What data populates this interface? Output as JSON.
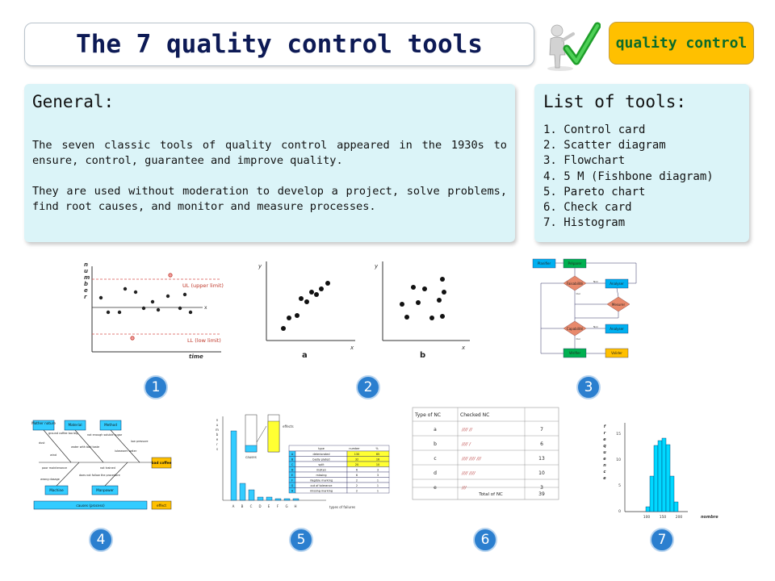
{
  "title": "The 7 quality control tools",
  "tag": "quality control",
  "general": {
    "heading": "General:",
    "p1": "The seven classic tools of quality control appeared in the 1930s to ensure, control, guarantee and improve quality.",
    "p2": "They are used without moderation to develop a project, solve problems, find root causes, and monitor and measure processes."
  },
  "tools": {
    "heading": "List of tools:",
    "items": [
      "1.  Control card",
      "2.  Scatter diagram",
      "3.  Flowchart",
      "4.  5 M (Fishbone diagram)",
      "5.  Pareto chart",
      "6.  Check card",
      "7.  Histogram"
    ]
  },
  "badges": [
    "1",
    "2",
    "3",
    "4",
    "5",
    "6",
    "7"
  ],
  "control_chart": {
    "ylabel": "number",
    "upper": "UL (upper limit)",
    "lower": "LL (low limit)",
    "xlabel": "time",
    "axis_x": "x"
  },
  "scatter": {
    "a": "a",
    "b": "b",
    "x": "x",
    "y": "y"
  },
  "flowchart": {
    "planifier": "Planifier",
    "preparer": "Préparer",
    "faisabilite": "Faisabilité",
    "analyser1": "Analyser",
    "mesurer": "Mesurer",
    "capabilite": "Capabilité",
    "analyser2": "Analyser",
    "verifier": "Vérifier",
    "valider": "Valider",
    "oui1": "Oui",
    "non1": "Non",
    "oui2": "Oui",
    "non2": "Non"
  },
  "fishbone": {
    "mother_nature": "Mother nature",
    "material": "Material",
    "method": "Method",
    "machine": "Machine",
    "manpower": "Manpower",
    "bad_coffee": "bad coffee",
    "effect": "effect",
    "causes": "causes (process)",
    "c1": "ground coffee too big",
    "c2": "not enough soluble sugar",
    "c3": "low pressure",
    "c4": "dust",
    "c5": "water with bad taste",
    "c6": "lukewarm water",
    "c7": "wind",
    "c8": "poor maintenance",
    "c9": "not trained",
    "c10": "wrong dosage",
    "c11": "does not follow the procedure"
  },
  "pareto": {
    "ylabel": "number",
    "effects": "effects",
    "causes": "causes",
    "xlabel": "types of failures",
    "headers": [
      "type",
      "number",
      "%"
    ],
    "rows": [
      [
        "A",
        "deteriorated",
        "130",
        "65"
      ],
      [
        "B",
        "badly plated",
        "32",
        "16"
      ],
      [
        "C",
        "split",
        "20",
        "10"
      ],
      [
        "D",
        "molten",
        "6",
        "3"
      ],
      [
        "E",
        "missing",
        "6",
        "3"
      ],
      [
        "F",
        "illegible marking",
        "2",
        "1"
      ],
      [
        "G",
        "out of tolerance",
        "2",
        "1"
      ],
      [
        "H",
        "missing marking",
        "2",
        "1"
      ]
    ],
    "categories": [
      "A",
      "B",
      "C",
      "D",
      "E",
      "F",
      "G",
      "H"
    ]
  },
  "checkcard": {
    "headers": [
      "Type of NC",
      "Checked NC",
      ""
    ],
    "rows": [
      [
        "a",
        "//// //",
        "7"
      ],
      [
        "b",
        "//// /",
        "6"
      ],
      [
        "c",
        "//// //// ///",
        "13"
      ],
      [
        "d",
        "//// ////",
        "10"
      ],
      [
        "e",
        "///",
        "3"
      ]
    ],
    "total_label": "Total of NC",
    "total": "39"
  },
  "histogram": {
    "ylabel": "frequence",
    "xlabel": "nombre",
    "yticks": [
      "15",
      "10",
      "5",
      "0"
    ],
    "xticks": [
      "100",
      "150",
      "200"
    ]
  }
}
